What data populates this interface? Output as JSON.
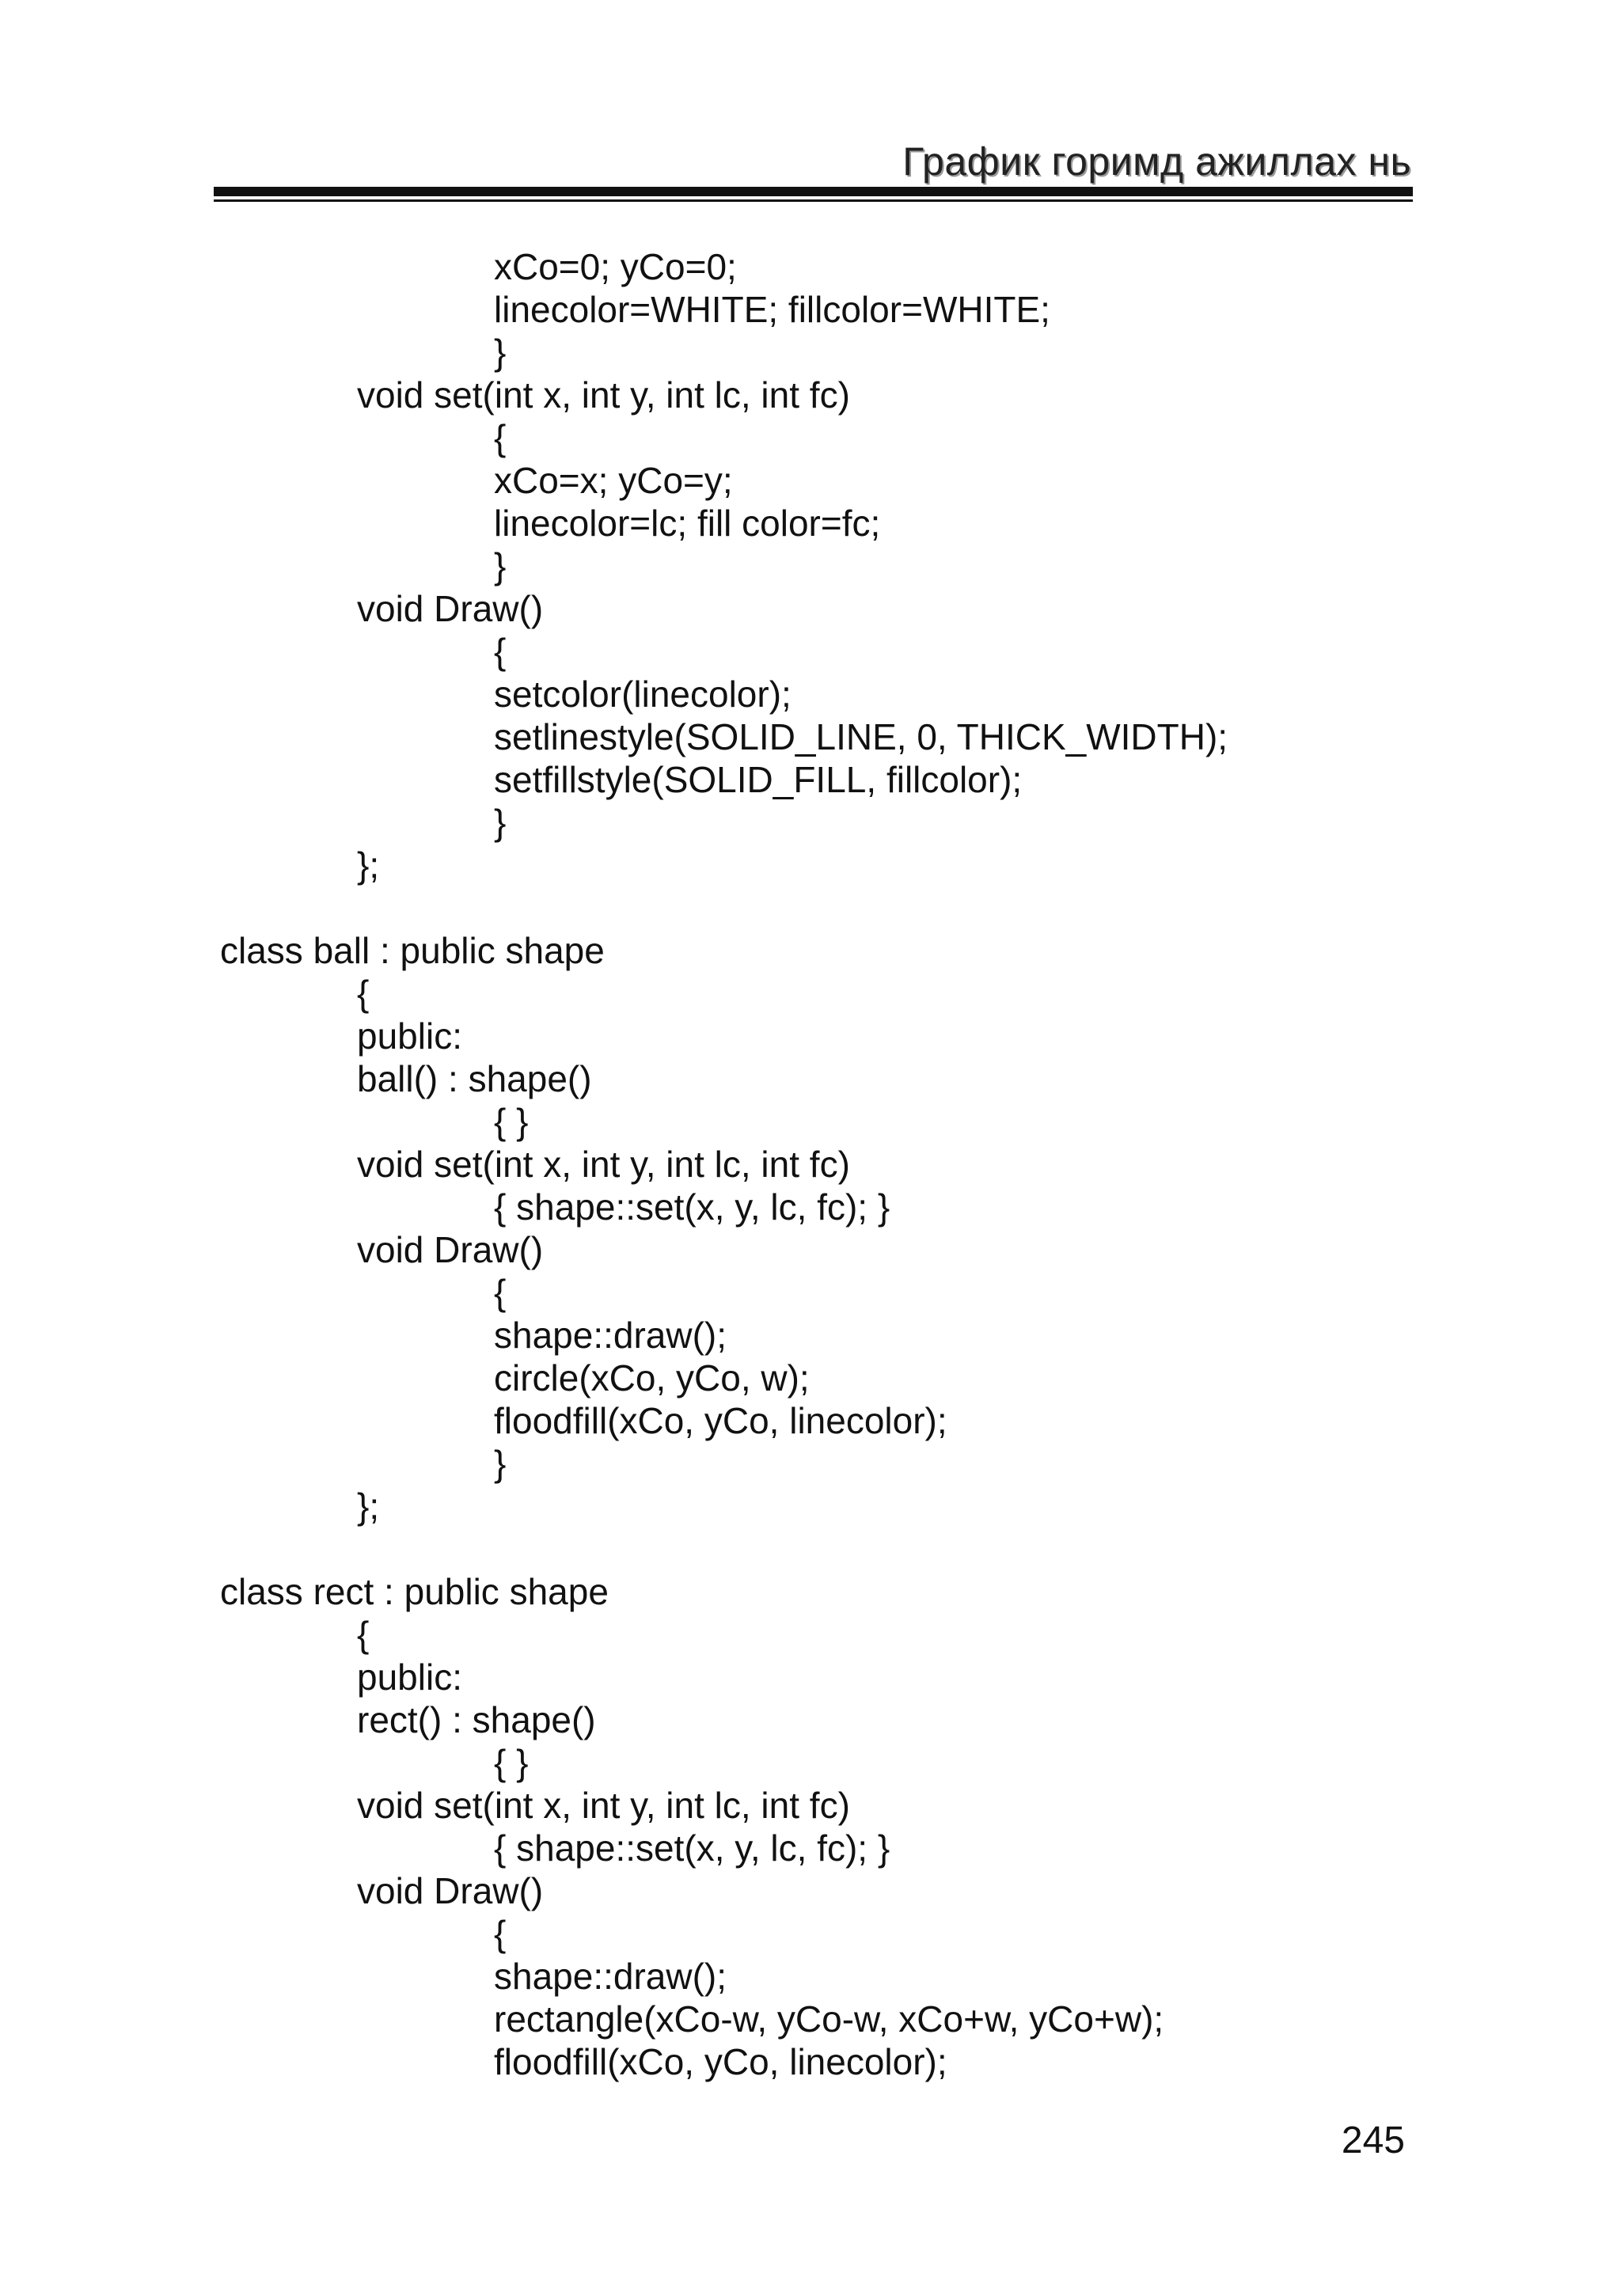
{
  "header": {
    "running_title": "График горимд ажиллах нь"
  },
  "code_lines": [
    {
      "indent": 2,
      "text": "xCo=0; yCo=0;"
    },
    {
      "indent": 2,
      "text": "linecolor=WHITE; fillcolor=WHITE;"
    },
    {
      "indent": 2,
      "text": "}"
    },
    {
      "indent": 1,
      "text": "void set(int x, int y, int lc, int fc)"
    },
    {
      "indent": 2,
      "text": "{"
    },
    {
      "indent": 2,
      "text": "xCo=x; yCo=y;"
    },
    {
      "indent": 2,
      "text": "linecolor=lc; fill color=fc;"
    },
    {
      "indent": 2,
      "text": "}"
    },
    {
      "indent": 1,
      "text": "void Draw()"
    },
    {
      "indent": 2,
      "text": "{"
    },
    {
      "indent": 2,
      "text": "setcolor(linecolor);"
    },
    {
      "indent": 2,
      "text": "setlinestyle(SOLID_LINE, 0, THICK_WIDTH);"
    },
    {
      "indent": 2,
      "text": "setfillstyle(SOLID_FILL, fillcolor);"
    },
    {
      "indent": 2,
      "text": "}"
    },
    {
      "indent": 1,
      "text": "};"
    },
    {
      "indent": 0,
      "text": ""
    },
    {
      "indent": 0,
      "text": "class ball : public shape"
    },
    {
      "indent": 1,
      "text": "{"
    },
    {
      "indent": 1,
      "text": "public:"
    },
    {
      "indent": 1,
      "text": "ball() : shape()"
    },
    {
      "indent": 2,
      "text": "{ }"
    },
    {
      "indent": 1,
      "text": "void set(int x, int y, int lc, int fc)"
    },
    {
      "indent": 2,
      "text": "{ shape::set(x, y, lc, fc); }"
    },
    {
      "indent": 1,
      "text": "void Draw()"
    },
    {
      "indent": 2,
      "text": "{"
    },
    {
      "indent": 2,
      "text": "shape::draw();"
    },
    {
      "indent": 2,
      "text": "circle(xCo, yCo, w);"
    },
    {
      "indent": 2,
      "text": "floodfill(xCo, yCo, linecolor);"
    },
    {
      "indent": 2,
      "text": "}"
    },
    {
      "indent": 1,
      "text": "};"
    },
    {
      "indent": 0,
      "text": ""
    },
    {
      "indent": 0,
      "text": "class rect : public shape"
    },
    {
      "indent": 1,
      "text": "{"
    },
    {
      "indent": 1,
      "text": "public:"
    },
    {
      "indent": 1,
      "text": "rect() : shape()"
    },
    {
      "indent": 2,
      "text": "{ }"
    },
    {
      "indent": 1,
      "text": "void set(int x, int y, int lc, int fc)"
    },
    {
      "indent": 2,
      "text": "{ shape::set(x, y, lc, fc); }"
    },
    {
      "indent": 1,
      "text": "void Draw()"
    },
    {
      "indent": 2,
      "text": "{"
    },
    {
      "indent": 2,
      "text": "shape::draw();"
    },
    {
      "indent": 2,
      "text": "rectangle(xCo-w, yCo-w, xCo+w, yCo+w);"
    },
    {
      "indent": 2,
      "text": "floodfill(xCo, yCo, linecolor);"
    }
  ],
  "footer": {
    "page_number": "245"
  }
}
